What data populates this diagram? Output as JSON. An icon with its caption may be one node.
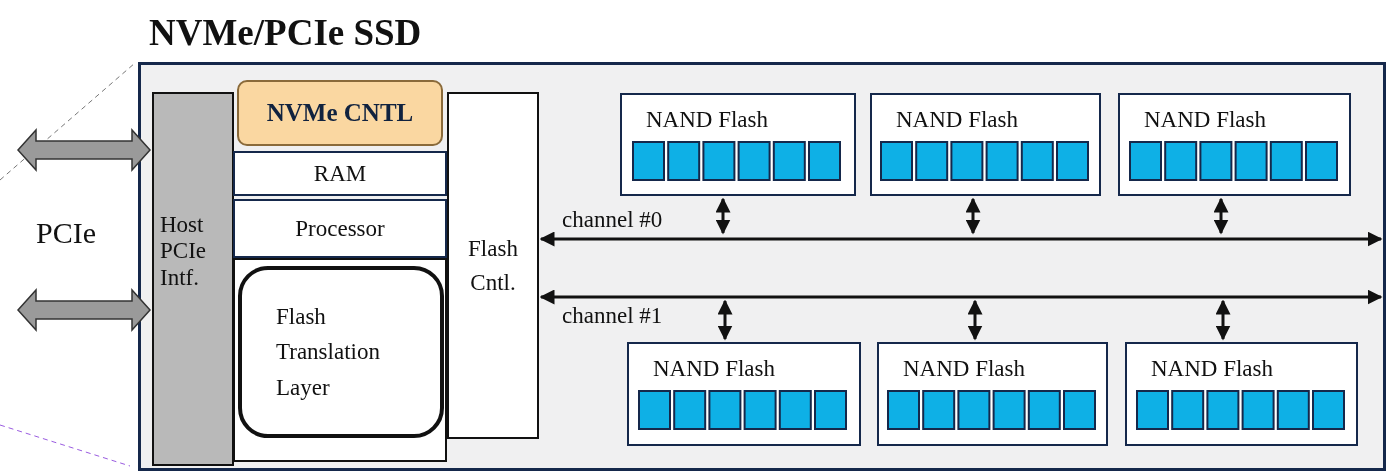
{
  "diagram": {
    "nodes": [
      {
        "text": [
          "NVMe/PCIe SSD"
        ]
      },
      {
        "text": [
          "Host PCIe Intf."
        ],
        "in": 0
      },
      {
        "text": [
          "NVMe CNTL"
        ],
        "in": 0
      },
      {
        "text": [
          "RAM"
        ],
        "in": 0
      },
      {
        "text": [
          "Processor"
        ],
        "in": 0
      },
      {
        "text": [
          "Flash Translation Layer"
        ],
        "in": 0
      },
      {
        "text": [
          "Flash Cntl."
        ],
        "in": 0
      },
      {
        "text": [
          "NAND Flash"
        ],
        "in": 0
      },
      {
        "text": [
          "NAND Flash"
        ],
        "in": 0
      },
      {
        "text": [
          "NAND Flash"
        ],
        "in": 0
      },
      {
        "text": [
          "NAND Flash"
        ],
        "in": 0
      },
      {
        "text": [
          "NAND Flash"
        ],
        "in": 0
      },
      {
        "text": [
          "NAND Flash"
        ],
        "in": 0
      }
    ],
    "edges": [
      {
        "from": null,
        "to": 1,
        "arrow": "both",
        "style": "thick"
      },
      {
        "from": null,
        "to": 1,
        "arrow": "both",
        "style": "thick"
      },
      {
        "from": 6,
        "to": null,
        "arrow": "both",
        "label": "channel #0"
      },
      {
        "from": 6,
        "to": null,
        "arrow": "both",
        "label": "channel #1"
      },
      {
        "from": 7,
        "to": null,
        "arrow": "both"
      },
      {
        "from": 8,
        "to": null,
        "arrow": "both"
      },
      {
        "from": 9,
        "to": null,
        "arrow": "both"
      },
      {
        "from": 10,
        "to": null,
        "arrow": "both"
      },
      {
        "from": 11,
        "to": null,
        "arrow": "both"
      },
      {
        "from": 12,
        "to": null,
        "arrow": "both"
      }
    ],
    "labels": [
      "PCIe"
    ]
  }
}
